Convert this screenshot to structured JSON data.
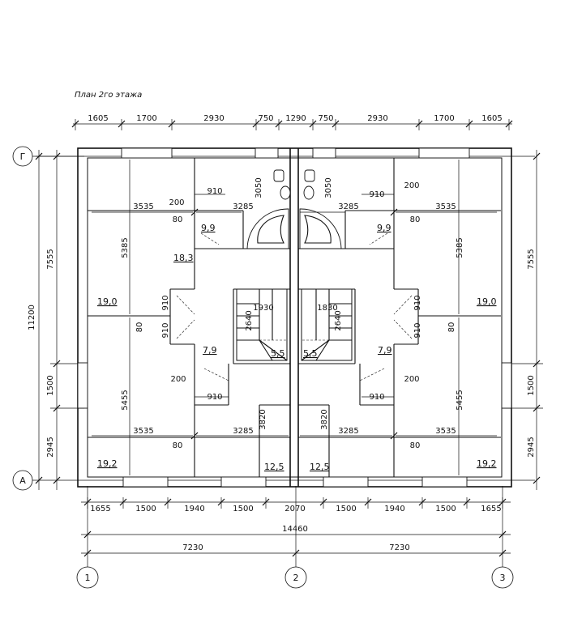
{
  "title": "План 2го этажа",
  "axes": {
    "top_letter": "Г",
    "bottom_letter": "А",
    "col1": "1",
    "col2": "2",
    "col3": "3"
  },
  "top_dims": [
    "1605",
    "1700",
    "2930",
    "750",
    "1290",
    "750",
    "2930",
    "1700",
    "1605"
  ],
  "bottom_dims": [
    "1655",
    "1500",
    "1940",
    "1500",
    "2070",
    "1500",
    "1940",
    "1500",
    "1655"
  ],
  "overall_width": "14460",
  "half_left": "7230",
  "half_right": "7230",
  "left_dims": {
    "overall": "11200",
    "upper": "7555",
    "mid": "1500",
    "lower": "2945"
  },
  "right_dims": {
    "upper": "7555",
    "mid": "1500",
    "lower": "2945"
  },
  "rooms": {
    "left_top": "19,0",
    "left_bottom": "19,2",
    "right_top": "19,0",
    "right_bottom": "19,2",
    "left_upper_mid": "18,3",
    "left_small": "9,9",
    "right_small": "9,9",
    "left_hall": "7,9",
    "right_hall": "7,9",
    "left_stair": "5,5",
    "right_stair": "5,5",
    "left_corr": "12,5",
    "right_corr": "12,5"
  },
  "internal_dims": {
    "d3535": "3535",
    "d3285": "3285",
    "d5385": "5385",
    "d5455": "5455",
    "d3050": "3050",
    "d3820": "3820",
    "d1930": "1930",
    "d1830": "1830",
    "d2640": "2640",
    "d910": "910",
    "d200": "200",
    "d80": "80"
  }
}
